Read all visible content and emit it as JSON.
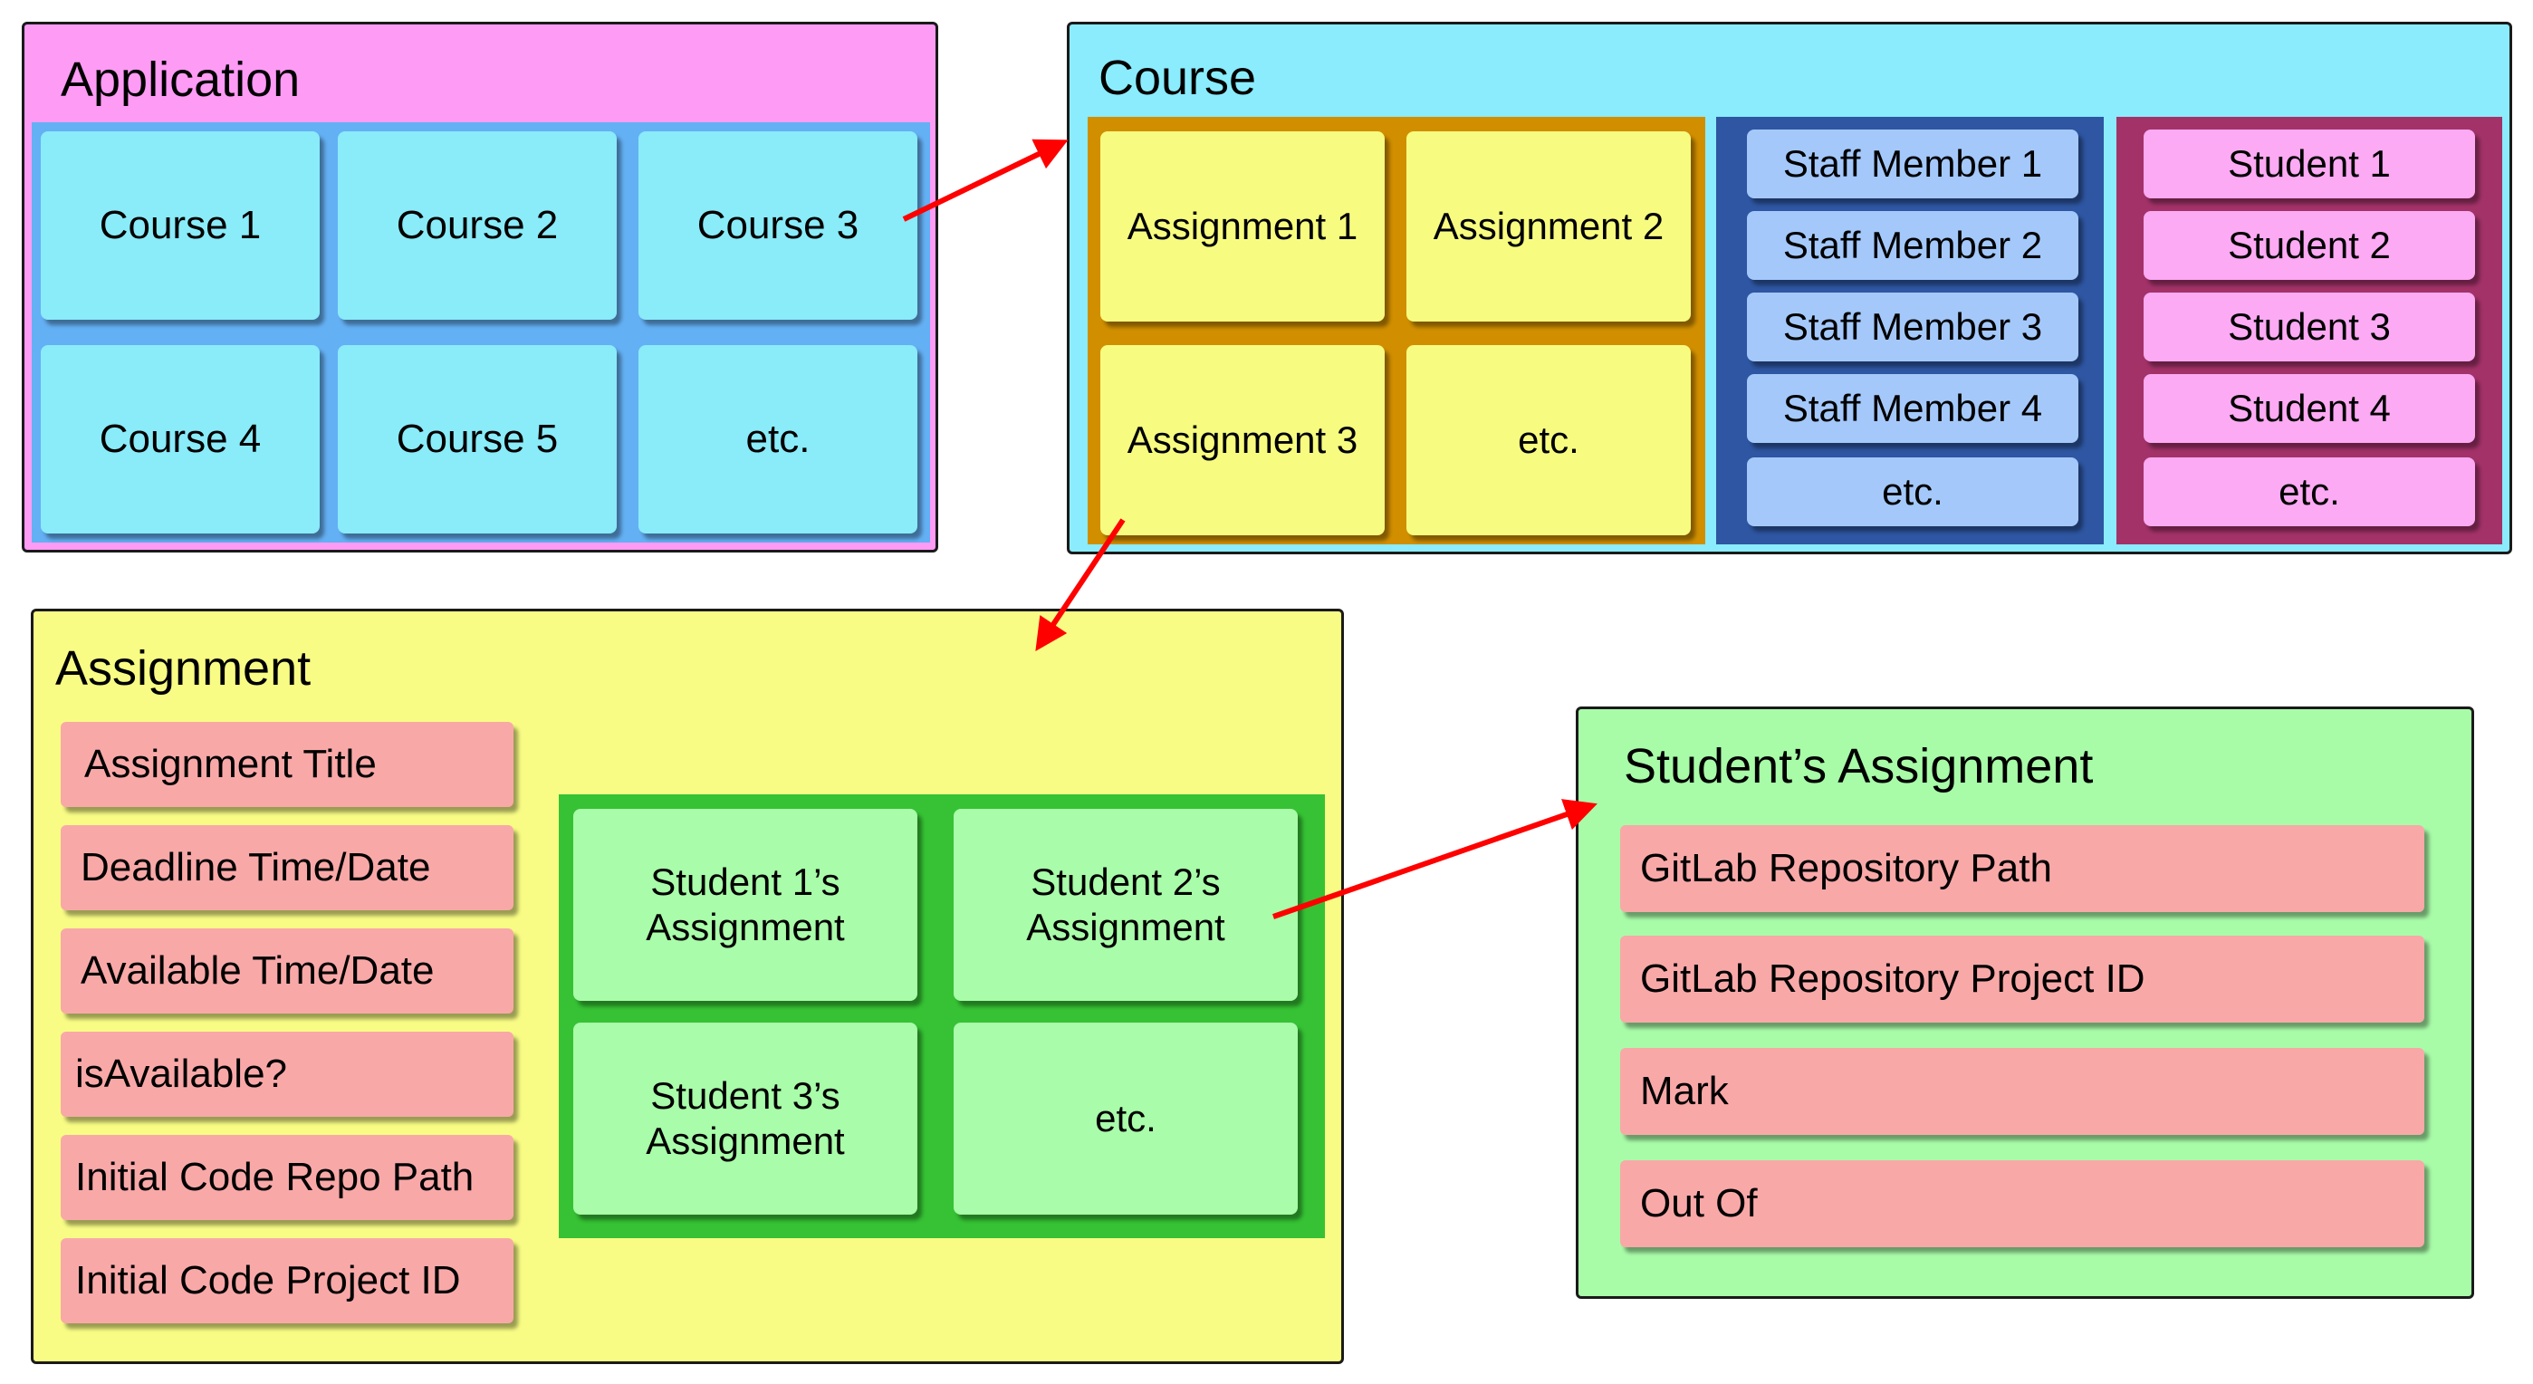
{
  "application": {
    "title": "Application",
    "courses": [
      "Course 1",
      "Course 2",
      "Course 3",
      "Course 4",
      "Course 5",
      "etc."
    ]
  },
  "course": {
    "title": "Course",
    "assignments": [
      "Assignment 1",
      "Assignment 2",
      "Assignment 3",
      "etc."
    ],
    "staff": [
      "Staff Member 1",
      "Staff Member 2",
      "Staff Member 3",
      "Staff Member 4",
      "etc."
    ],
    "students": [
      "Student 1",
      "Student 2",
      "Student 3",
      "Student 4",
      "etc."
    ]
  },
  "assignment": {
    "title": "Assignment",
    "fields": [
      "Assignment Title",
      "Deadline Time/Date",
      "Available Time/Date",
      "isAvailable?",
      "Initial Code Repo Path",
      "Initial Code Project ID"
    ],
    "student_assignments": [
      "Student 1’s\nAssignment",
      "Student 2’s\nAssignment",
      "Student 3’s\nAssignment",
      "etc."
    ]
  },
  "student_assignment": {
    "title": "Student’s Assignment",
    "fields": [
      "GitLab Repository Path",
      "GitLab Repository Project ID",
      "Mark",
      "Out Of"
    ]
  },
  "colors": {
    "application_bg": "#fd9bf5",
    "application_group": "#64b0f4",
    "course_tile": "#8aebf9",
    "course_bg": "#8aecfc",
    "assignments_group": "#d18f00",
    "assignment_tile": "#f7fc80",
    "staff_group": "#2e56a2",
    "staff_tile": "#a4c8fa",
    "students_group": "#a33269",
    "student_tile": "#fbaaf3",
    "assignment_bg": "#f8fc84",
    "student_assignments_group": "#36c234",
    "student_assignment_tile": "#a9fca9",
    "field_bg": "#f9a8a8",
    "student_assignment_bg": "#a8fca8",
    "arrow": "#ff0000"
  }
}
